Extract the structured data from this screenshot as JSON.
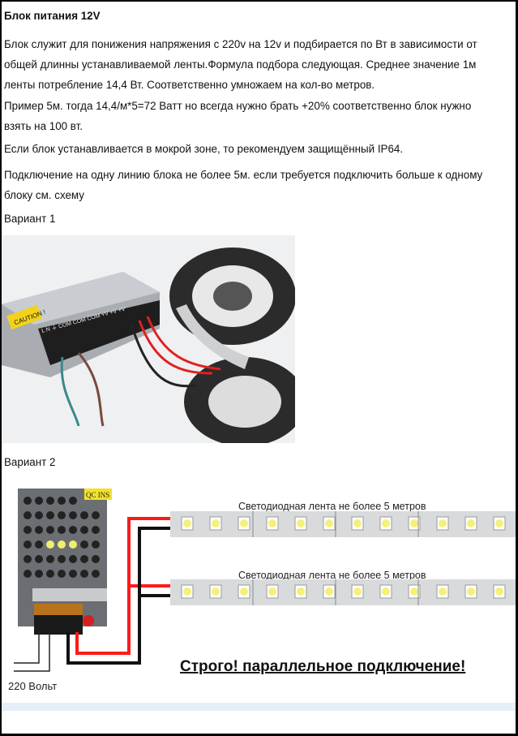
{
  "title": "Блок питания 12V",
  "paragraphs": [
    [
      "Блок служит для понижения напряжения с 220v на 12v и подбирается по Вт в зависимости от",
      "общей длинны устанавливаемой ленты.Формула подбора следующая. Среднее значение 1м",
      "ленты потребление 14,4 Вт. Соответственно умножаем на кол-во метров."
    ],
    [
      "Пример 5м. тогда 14,4/м*5=72 Ватт но всегда нужно брать +20% соответственно блок нужно",
      "взять на 100 вт."
    ],
    [
      "Если блок устанавливается в мокрой зоне, то рекомендуем защищённый IP64."
    ],
    [
      "Подключение на одну линию блока не более 5м. если требуется подключить больше к одному",
      "блоку см. схему"
    ]
  ],
  "variant1_label": "Вариант 1",
  "variant2_label": "Вариант 2",
  "photo1": {
    "caution_label": "CAUTION !",
    "terminal_labels": "L N ⏚ COM COM COM +V +V +V"
  },
  "diagram": {
    "strip_label_1": "Светодиодная лента не более 5 метров",
    "strip_label_2": "Светодиодная лента не более 5 метров",
    "qc_label": "QC INS",
    "voltage_label": "220 Вольт",
    "warning": "Строго! параллельное подключение!"
  },
  "colors": {
    "positive_wire": "#ff1a1a",
    "negative_wire": "#111111",
    "strip": "#d9dadc",
    "led": "#f5f07a"
  }
}
